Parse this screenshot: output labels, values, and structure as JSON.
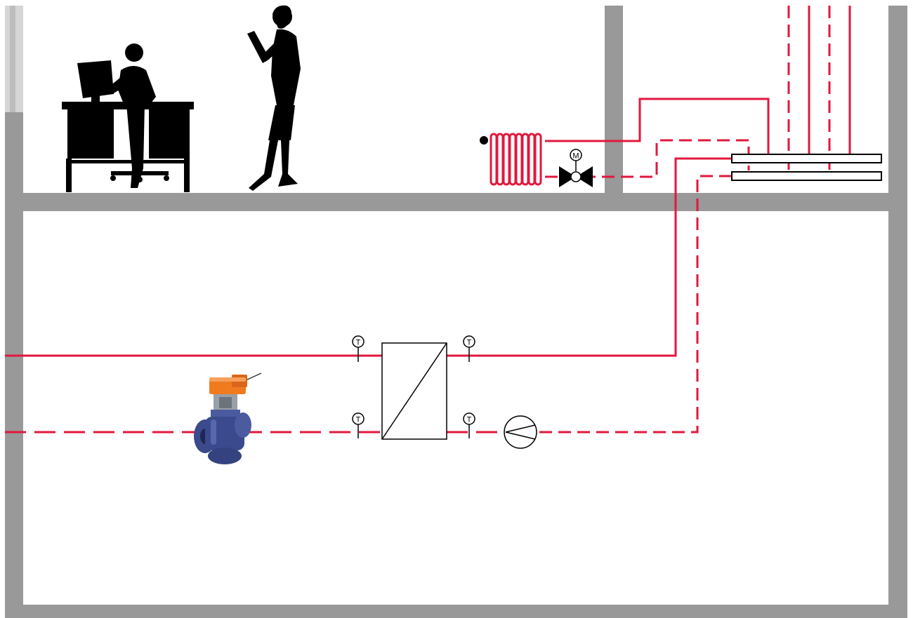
{
  "labels": {
    "motor": "M",
    "sensor": "T"
  },
  "colors": {
    "wall": "#999999",
    "pipe": "#e2173d",
    "silhouette": "#000000",
    "actuator": "#f07a1e",
    "valve_body": "#3a4a8c",
    "background": "#ffffff"
  },
  "icons": {
    "person_at_desk": "office-worker-silhouette",
    "standing_person": "woman-reading-silhouette",
    "radiator": "radiator-icon",
    "motorized_valve": "motorized-two-way-valve-icon",
    "temperature_sensor": "temperature-sensor-icon",
    "heat_exchanger": "heat-exchanger-icon",
    "pump": "circulation-pump-icon",
    "control_valve": "three-way-control-valve-with-actuator"
  }
}
